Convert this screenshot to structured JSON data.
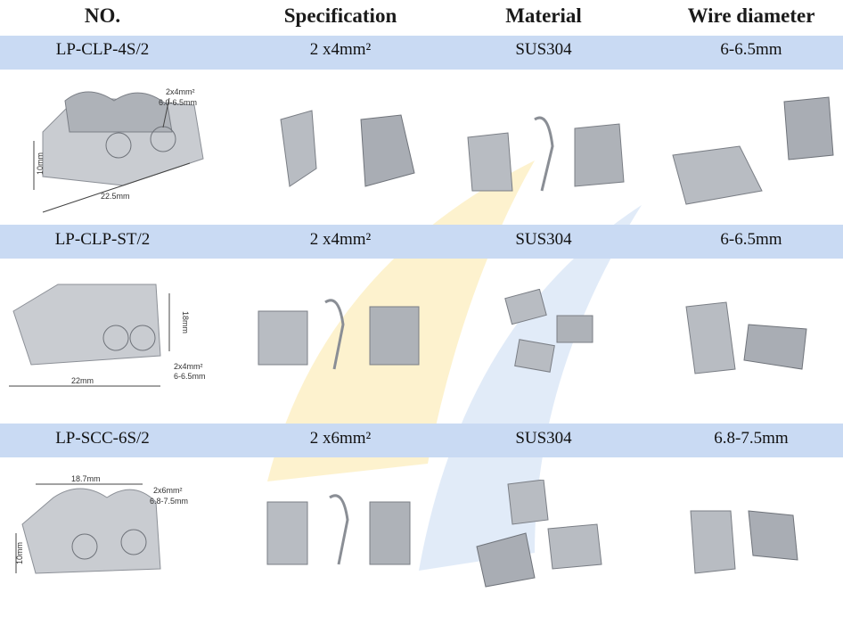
{
  "columns": [
    "NO.",
    "Specification",
    "Material",
    "Wire diameter"
  ],
  "rows": [
    {
      "no": "LP-CLP-4S/2",
      "spec": "2 x4mm²",
      "material": "SUS304",
      "wire": "6-6.5mm",
      "dims": {
        "top": "2x4mm²",
        "top2": "6.0-6.5mm",
        "height": "10mm",
        "width": "22.5mm"
      }
    },
    {
      "no": "LP-CLP-ST/2",
      "spec": "2 x4mm²",
      "material": "SUS304",
      "wire": "6-6.5mm",
      "dims": {
        "right": "18mm",
        "wire1": "2x4mm²",
        "wire2": "6-6.5mm",
        "width": "22mm"
      }
    },
    {
      "no": "LP-SCC-6S/2",
      "spec": "2 x6mm²",
      "material": "SUS304",
      "wire": "6.8-7.5mm",
      "dims": {
        "top": "18.7mm",
        "wire1": "2x6mm²",
        "wire2": "6.8-7.5mm",
        "height": "10mm"
      }
    }
  ]
}
